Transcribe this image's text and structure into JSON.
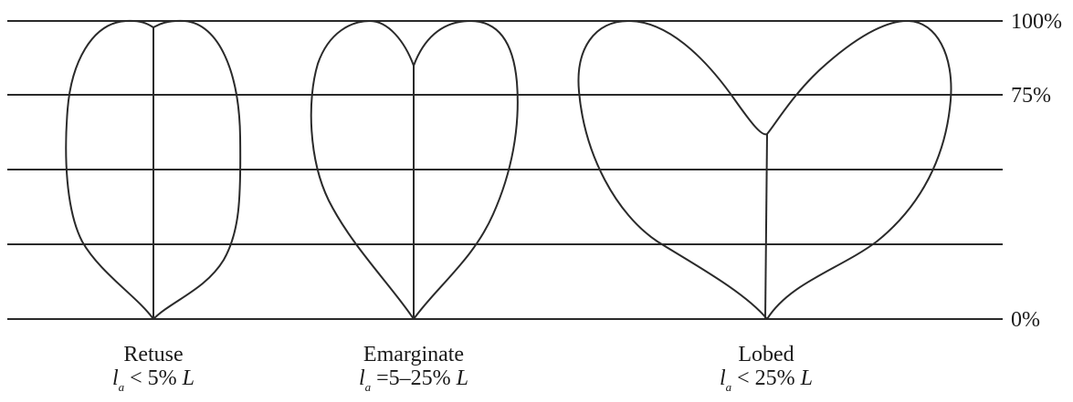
{
  "levels": {
    "top": "100%",
    "upper": "75%",
    "base": "0%"
  },
  "shapes": [
    {
      "name": "Retuse",
      "symbol": "l",
      "subscript": "a",
      "relation": "< 5%",
      "reference": "L"
    },
    {
      "name": "Emarginate",
      "symbol": "l",
      "subscript": "a",
      "relation": "=5–25%",
      "reference": "L"
    },
    {
      "name": "Lobed",
      "symbol": "l",
      "subscript": "a",
      "relation": "< 25%",
      "reference": "L"
    }
  ]
}
